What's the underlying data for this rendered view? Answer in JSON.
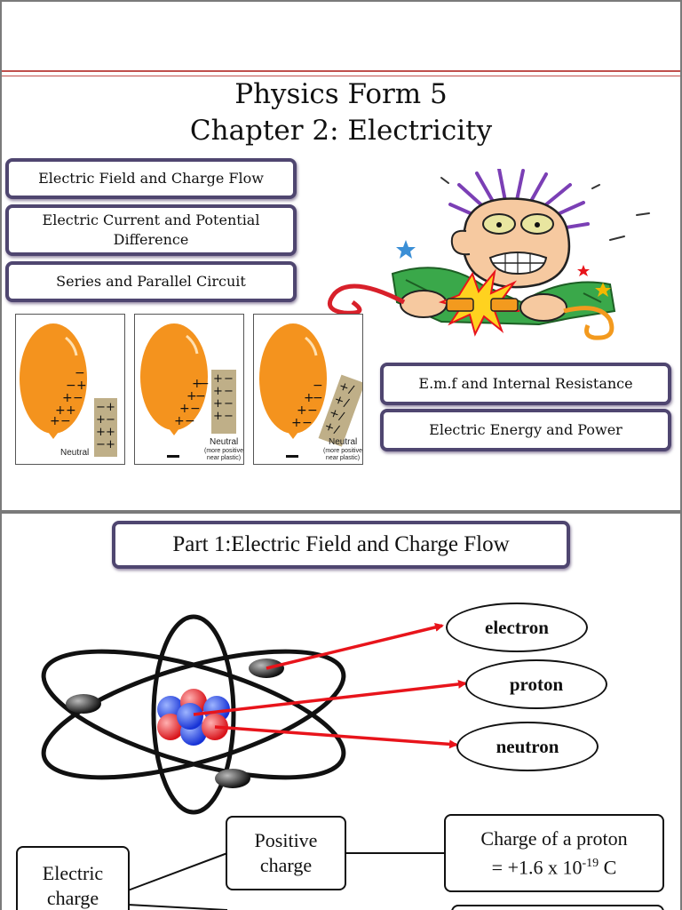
{
  "slide1": {
    "title_line1": "Physics Form 5",
    "title_line2": "Chapter 2: Electricity",
    "topics_left": [
      "Electric Field and Charge Flow",
      "Electric Current and Potential Difference",
      "Series and Parallel Circuit"
    ],
    "topics_right": [
      "E.m.f and Internal Resistance",
      "Electric Energy and Power"
    ],
    "panels": [
      {
        "label": "Neutral",
        "sublabel": ""
      },
      {
        "label": "Neutral",
        "sublabel": "(more positive near plastic)"
      },
      {
        "label": "Neutral",
        "sublabel": "(more positive near plastic)"
      }
    ]
  },
  "slide2": {
    "part_title": "Part 1:Electric Field and Charge Flow",
    "particles": [
      "electron",
      "proton",
      "neutron"
    ],
    "positive_charge": "Positive charge",
    "electric_charge": "Electric charge",
    "proton_charge_line1": "Charge of a proton",
    "proton_charge_prefix": "= +1.6 x 10",
    "proton_charge_exp": "-19",
    "proton_charge_unit": " C"
  },
  "colors": {
    "accent_rule": "#c0504d",
    "box_border": "#4f4670",
    "balloon": "#f4931e",
    "arrow": "#e8141b"
  }
}
